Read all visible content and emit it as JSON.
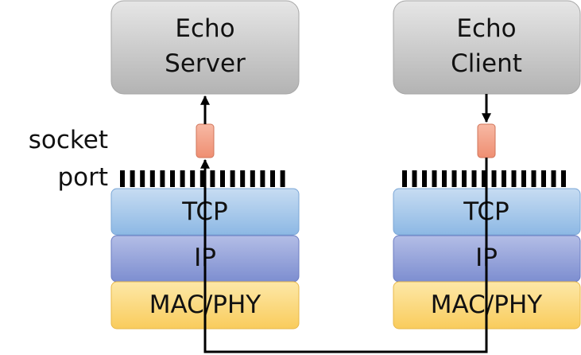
{
  "server": {
    "title_line1": "Echo",
    "title_line2": "Server",
    "layers": {
      "tcp": "TCP",
      "ip": "IP",
      "mac": "MAC/PHY"
    }
  },
  "client": {
    "title_line1": "Echo",
    "title_line2": "Client",
    "layers": {
      "tcp": "TCP",
      "ip": "IP",
      "mac": "MAC/PHY"
    }
  },
  "labels": {
    "socket": "socket",
    "port": "port"
  },
  "colors": {
    "app_box_top": "#e6e6e6",
    "app_box_bottom": "#b3b3b3",
    "tcp_top": "#c7dcf2",
    "tcp_bottom": "#8db8e4",
    "ip_top": "#b3bde6",
    "ip_bottom": "#7d8ed0",
    "mac_top": "#fde8a8",
    "mac_bottom": "#f9cc5c",
    "socket_fill": "#f4a38a",
    "line": "#000000"
  }
}
